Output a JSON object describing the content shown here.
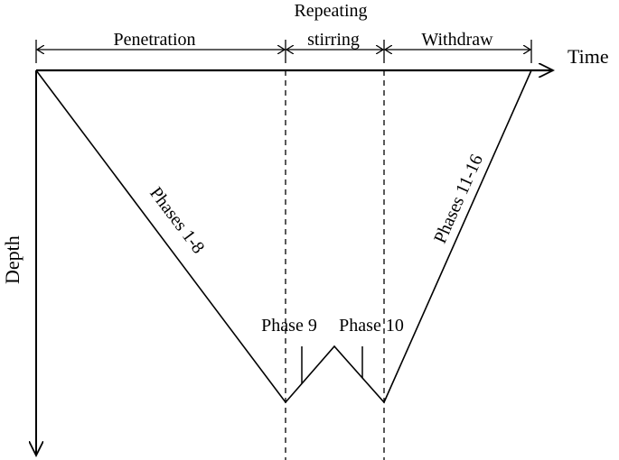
{
  "axes": {
    "x_label": "Time",
    "y_label": "Depth"
  },
  "stages": {
    "penetration": "Penetration",
    "stirring_line1": "Repeating",
    "stirring_line2": "stirring",
    "withdraw": "Withdraw"
  },
  "phases": {
    "descent": "Phases 1-8",
    "ascent": "Phases 11-16",
    "phase_9": "Phase 9",
    "phase_10": "Phase 10"
  },
  "colors": {
    "line": "#000000",
    "background": "#ffffff"
  }
}
